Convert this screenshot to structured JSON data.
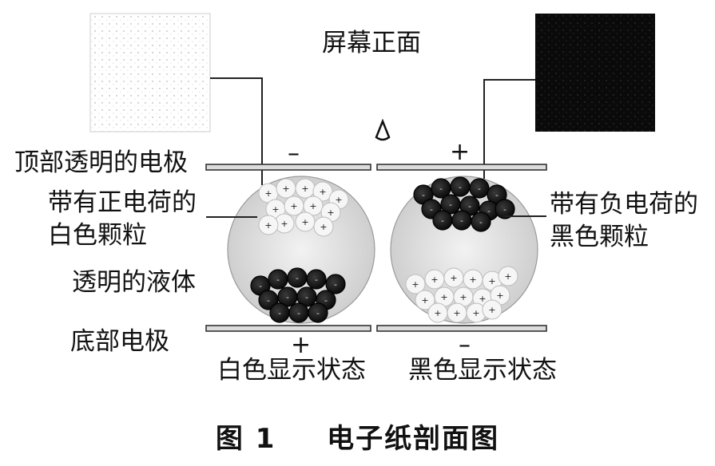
{
  "labels": {
    "screen_front": "屏幕正面",
    "top_electrode": "顶部透明的电极",
    "positive_white_particles": [
      "带有正电荷的",
      "白色颗粒"
    ],
    "negative_black_particles": [
      "带有负电荷的",
      "黑色颗粒"
    ],
    "transparent_liquid": "透明的液体",
    "bottom_electrode": "底部电极",
    "white_state": "白色显示状态",
    "black_state": "黑色显示状态"
  },
  "signs": {
    "left_top": "–",
    "right_top": "+",
    "left_bottom": "+",
    "right_bottom": "–"
  },
  "caption": {
    "figure_number": "图 1",
    "title": "电子纸剖面图"
  },
  "colors": {
    "line": "#222222",
    "black_particle": "#141414",
    "white_particle": "#f4f4f4",
    "liquid": "#d9d9d9",
    "black_pixel": "#0a0a0a"
  },
  "icons": [
    "eye-viewpoint-icon"
  ]
}
